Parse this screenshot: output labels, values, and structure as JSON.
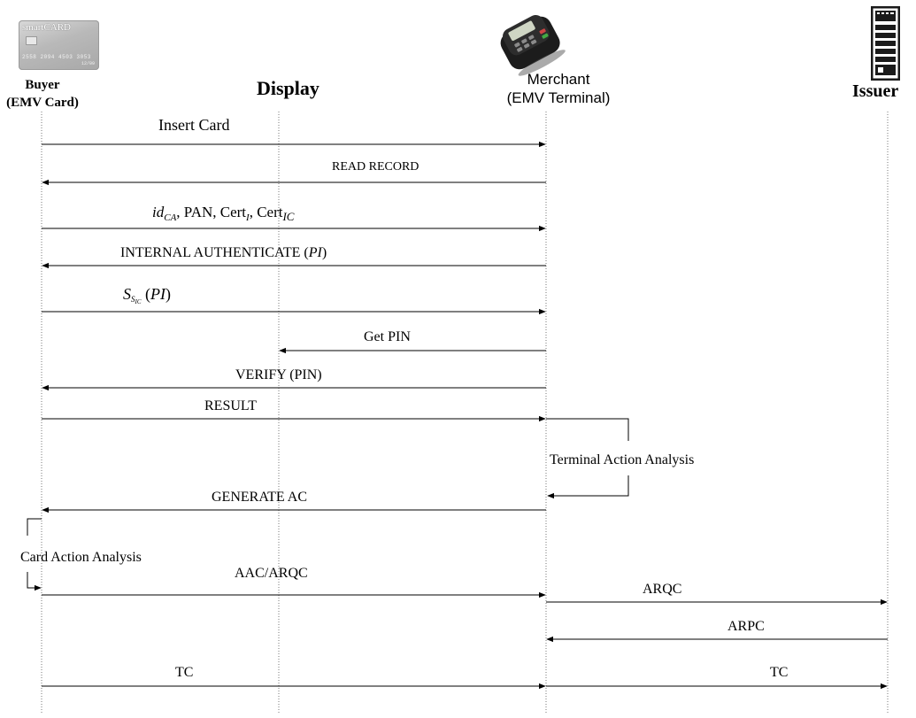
{
  "actors": {
    "buyer": {
      "line1": "Buyer",
      "line2": "(EMV Card)"
    },
    "display": {
      "label": "Display"
    },
    "merchant": {
      "line1": "Merchant",
      "line2": "(EMV Terminal)"
    },
    "issuer": {
      "label": "Issuer"
    }
  },
  "card_image": {
    "brand": "smartCARD",
    "number": "2558 2094 4503 3053",
    "expiry": "12/09"
  },
  "messages": {
    "insert_card": "Insert Card",
    "read_record": "READ RECORD",
    "card_data": {
      "p1": "id",
      "p1_sub": "CA",
      "p2": ", PAN, Cert",
      "p2_sub": "I",
      "p3": ", Cert",
      "p3_sub": "IC"
    },
    "internal_auth": {
      "text": "INTERNAL AUTHENTICATE (",
      "var": "PI",
      "close": ")"
    },
    "signature": {
      "s": "S",
      "sub1": "S",
      "sub2": "IC",
      "open": " (",
      "var": "PI",
      "close": ")"
    },
    "get_pin": "Get PIN",
    "verify": "VERIFY (PIN)",
    "result": "RESULT",
    "generate_ac": "GENERATE AC",
    "aac_arqc": "AAC/ARQC",
    "arqc": "ARQC",
    "arpc": "ARPC",
    "tc_card": "TC",
    "tc_issuer": "TC"
  },
  "notes": {
    "terminal_action": "Terminal Action Analysis",
    "card_action": "Card Action Analysis"
  }
}
